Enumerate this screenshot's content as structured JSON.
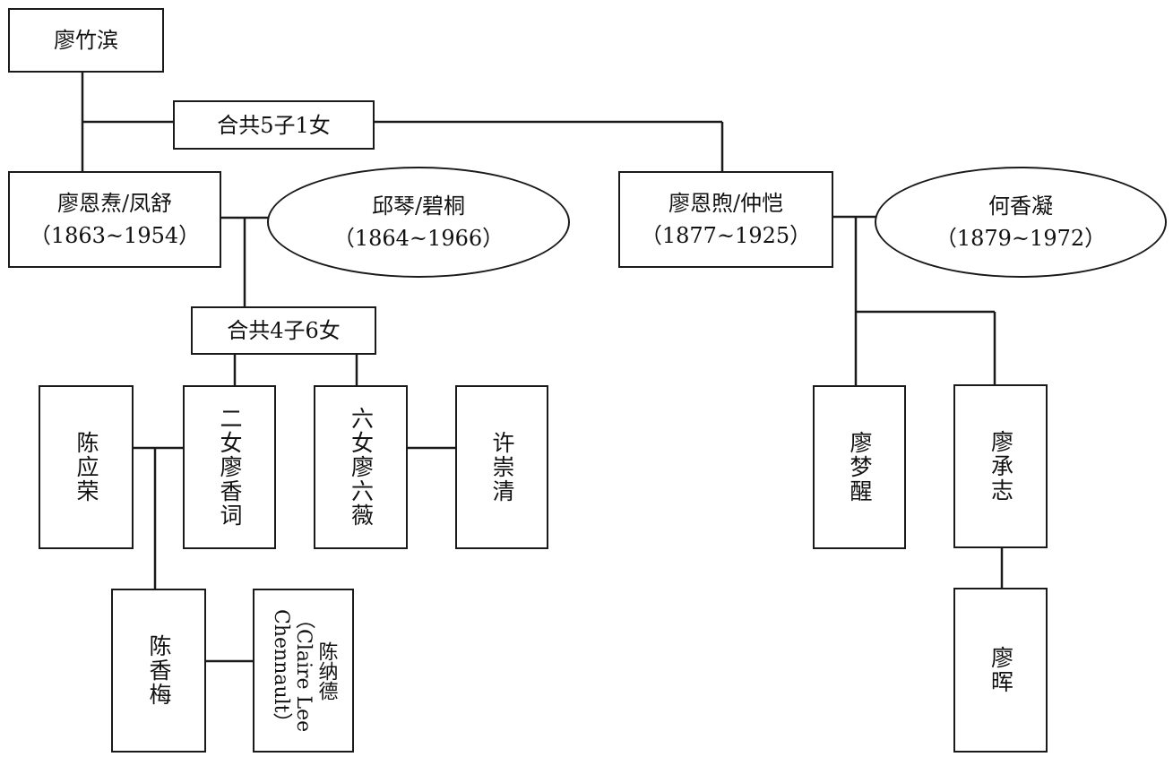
{
  "people": {
    "ancestor": "廖竹滨",
    "children_note": "合共5子1女",
    "enchun": {
      "name": "廖恩焘/凤舒",
      "years": "（1863~1954）"
    },
    "qiu": {
      "name": "邱琴/碧桐",
      "years": "（1864~1966）"
    },
    "enchun_children_note": "合共4子6女",
    "chen_yingrong": "陈应荣",
    "xiangci": "二女廖香词",
    "liuwei": "六女廖六薇",
    "xu_chongqing": "许崇清",
    "chen_xiangmei": "陈香梅",
    "chennault_cn": "陈纳德",
    "chennault_en": "（Claire Lee Chennault）",
    "zhongkai": {
      "name": "廖恩煦/仲恺",
      "years": "（1877~1925）"
    },
    "he": {
      "name": "何香凝",
      "years": "（1879~1972）"
    },
    "mengxing": "廖梦醒",
    "chengzhi": "廖承志",
    "hui": "廖晖"
  }
}
